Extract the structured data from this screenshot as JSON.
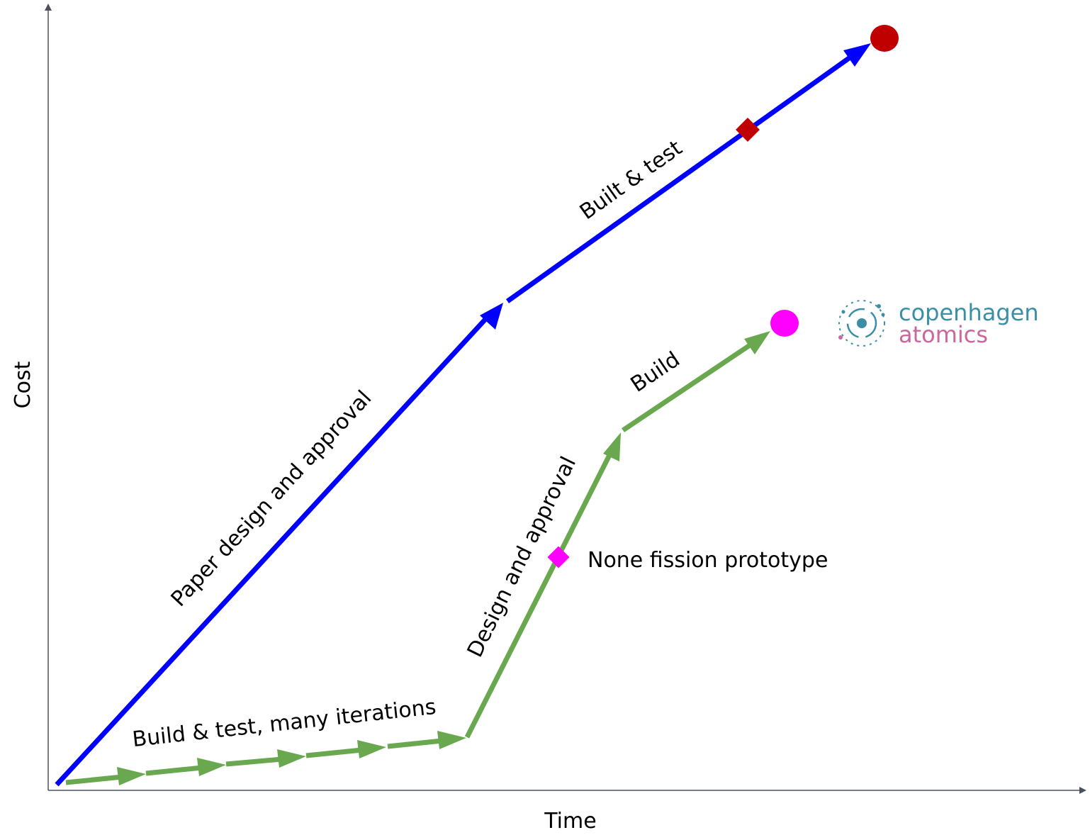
{
  "axes": {
    "x_label": "Time",
    "y_label": "Cost"
  },
  "labels": {
    "traditional_phase1": "Paper design and approval",
    "traditional_phase2": "Built & test",
    "iterative_phase1": "Build & test, many iterations",
    "iterative_phase2": "Design and approval",
    "iterative_phase3": "Build",
    "milestone_note": "None fission prototype"
  },
  "logo": {
    "line1": "copenhagen",
    "line2": "atomics"
  },
  "colors": {
    "traditional_path": "#0000ff",
    "iterative_path": "#6aa84f",
    "traditional_markers": "#c00000",
    "iterative_markers": "#ff00ff",
    "axis": "#4a5060",
    "logo_teal": "#3a8fa6",
    "logo_pink": "#c9679e"
  },
  "markers": {
    "traditional_milestone": "diamond",
    "traditional_end": "circle",
    "iterative_milestone": "diamond",
    "iterative_end": "circle"
  }
}
